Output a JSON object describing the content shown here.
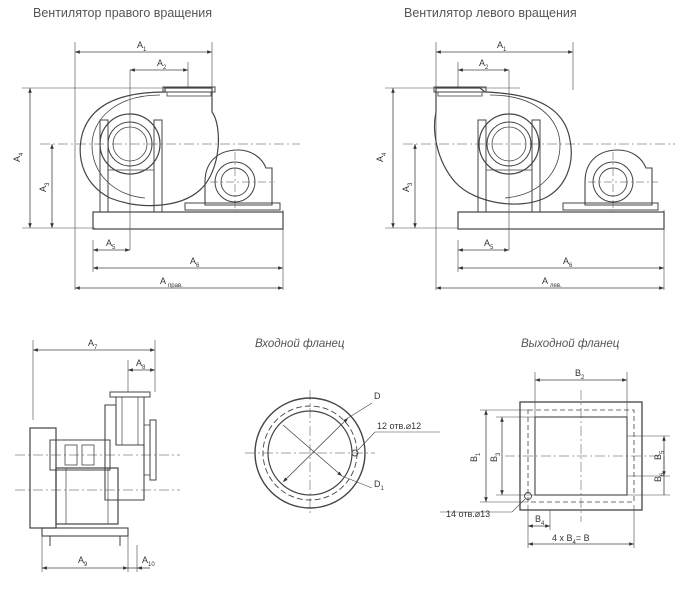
{
  "titles": {
    "right_rotation": "Вентилятор правого вращения",
    "left_rotation": "Вентилятор левого вращения",
    "inlet_flange": "Входной фланец",
    "outlet_flange": "Выходной фланец"
  },
  "dims": {
    "A": "A",
    "B": "B",
    "D": "D",
    "s1": "1",
    "s2": "2",
    "s3": "3",
    "s4": "4",
    "s5": "5",
    "s6": "6",
    "s7": "7",
    "s8": "8",
    "s9": "9",
    "s10": "10",
    "s_right": "прав.",
    "s_left": "лев."
  },
  "notes": {
    "holes_12": "12 отв.⌀12",
    "holes_14": "14 отв.⌀13",
    "b4_formula": "4 x B",
    "b4_formula_tail": "= B"
  }
}
